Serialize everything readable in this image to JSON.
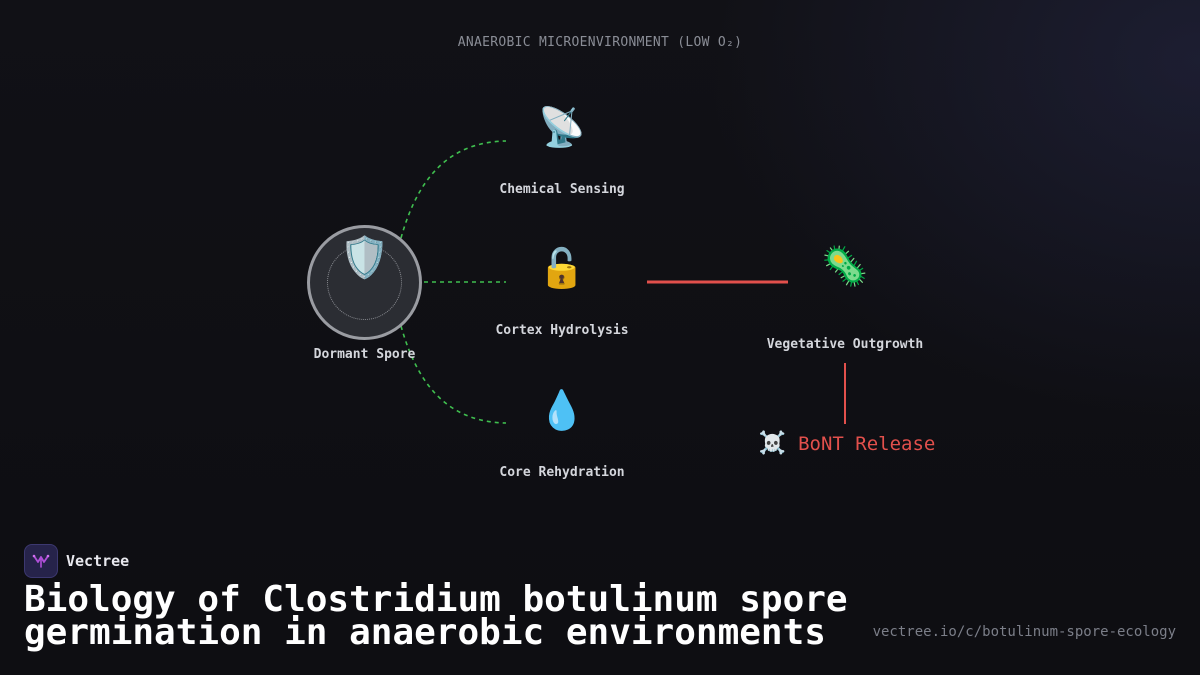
{
  "environment_label": "ANAEROBIC MICROENVIRONMENT (LOW O₂)",
  "colors": {
    "background": "#111116",
    "trigger_link": "#3fbf4f",
    "pathway_link": "#e2504c",
    "toxin_text": "#e2504c",
    "spore_border": "#9a9ca2"
  },
  "nodes": {
    "spore": {
      "label": "Dormant Spore",
      "icon": "shield-icon"
    },
    "sensing": {
      "label": "Chemical Sensing",
      "icon": "satellite-antenna-icon"
    },
    "hydrolysis": {
      "label": "Cortex Hydrolysis",
      "icon": "unlocked-padlock-icon"
    },
    "rehydration": {
      "label": "Core Rehydration",
      "icon": "droplet-icon"
    },
    "outgrowth": {
      "label": "Vegetative Outgrowth",
      "icon": "microbe-icon"
    },
    "toxin": {
      "label": "BoNT Release",
      "icon": "skull-crossbones-icon"
    }
  },
  "links": [
    {
      "from": "Dormant Spore",
      "to": "Chemical Sensing",
      "style": "dashed"
    },
    {
      "from": "Dormant Spore",
      "to": "Cortex Hydrolysis",
      "style": "dashed"
    },
    {
      "from": "Dormant Spore",
      "to": "Core Rehydration",
      "style": "dashed"
    },
    {
      "from": "Cortex Hydrolysis",
      "to": "Vegetative Outgrowth",
      "style": "solid"
    },
    {
      "from": "Vegetative Outgrowth",
      "to": "BoNT Release",
      "style": "solid"
    }
  ],
  "brand": {
    "name": "Vectree",
    "logo": "vectree-logo"
  },
  "title": "Biology of Clostridium botulinum spore germination in anaerobic environments",
  "url": "vectree.io/c/botulinum-spore-ecology"
}
